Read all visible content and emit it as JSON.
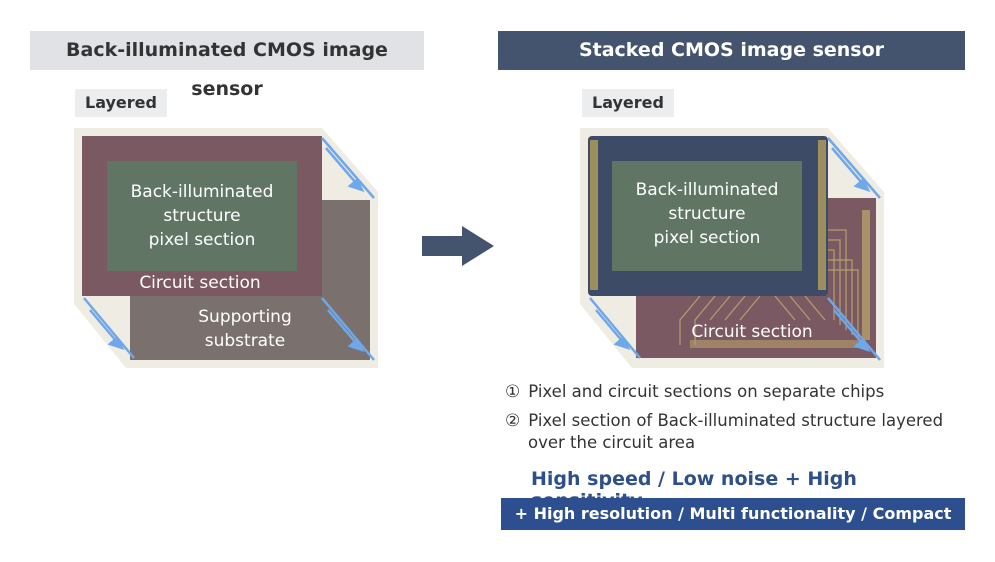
{
  "left": {
    "title": "Back-illuminated CMOS image sensor",
    "tag": "Layered",
    "pixel_section": [
      "Back-illuminated",
      "structure",
      "pixel section"
    ],
    "circuit_section": "Circuit section",
    "substrate": [
      "Supporting",
      "substrate"
    ]
  },
  "right": {
    "title": "Stacked CMOS image sensor",
    "tag": "Layered",
    "pixel_section": [
      "Back-illuminated",
      "structure",
      "pixel section"
    ],
    "circuit_section": "Circuit section"
  },
  "notes": [
    {
      "marker": "①",
      "lines": [
        "Pixel and circuit sections on separate chips"
      ]
    },
    {
      "marker": "②",
      "lines": [
        "Pixel section of Back-illuminated structure layered",
        "over the circuit area"
      ]
    }
  ],
  "tagline": "High speed / Low noise + High sensitivity",
  "banner": "+ High resolution / Multi functionality / Compact size",
  "colors": {
    "left_header": "#e0e2e6",
    "right_header": "#45546e",
    "pixel_green": "#607564",
    "circuit_mauve": "#7a5962",
    "substrate_gray": "#7a716e",
    "stack_navy": "#3d4b66",
    "bracket_blue": "#6fa8e8",
    "banner": "#2d4f8f",
    "tagline": "#2f4f8a"
  },
  "icons": [
    "arrow-right-icon",
    "bracket-arrow-icon"
  ]
}
